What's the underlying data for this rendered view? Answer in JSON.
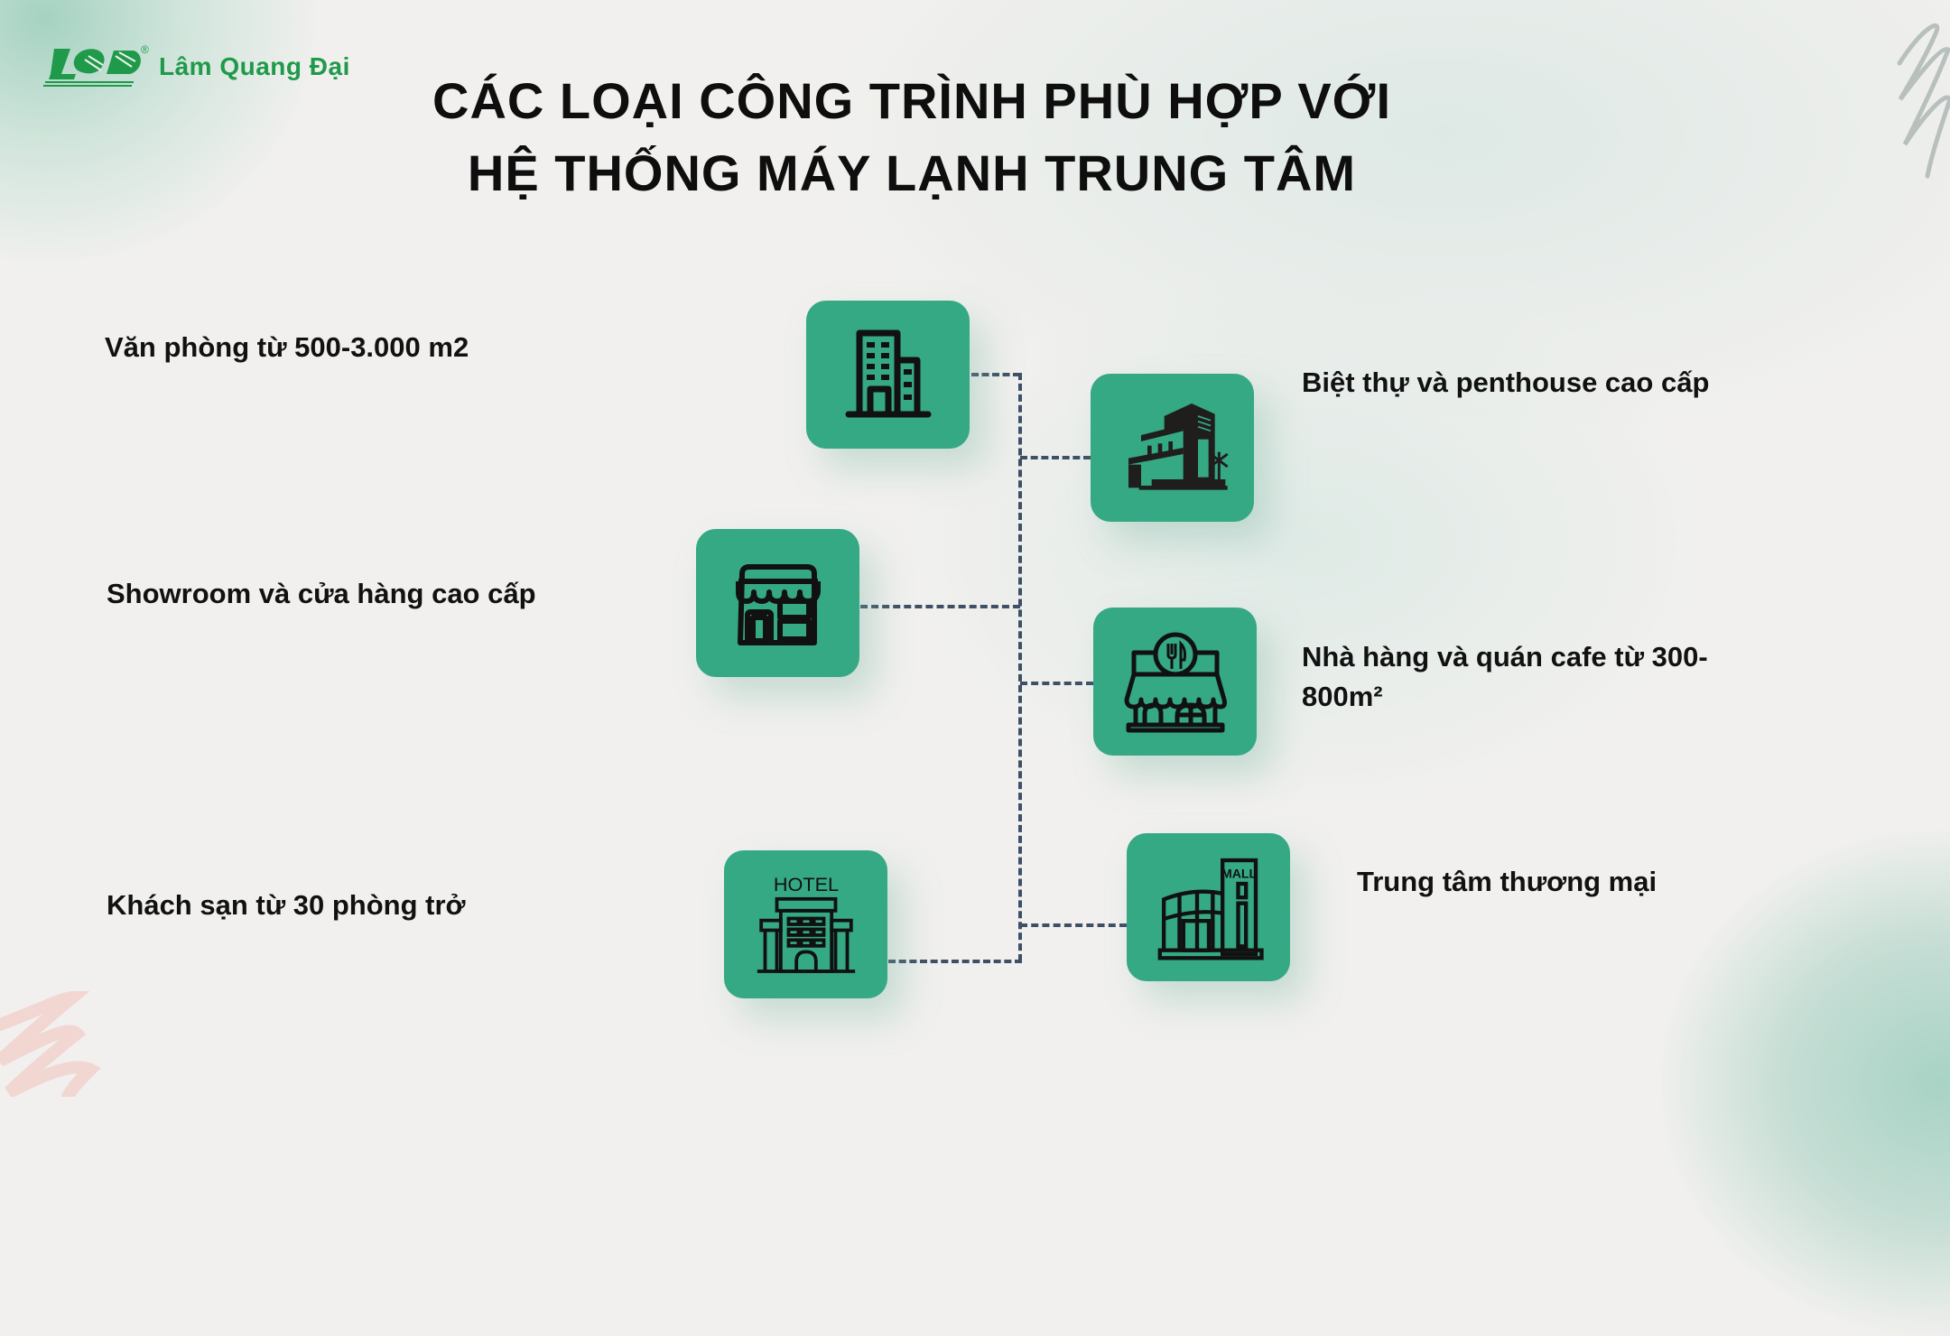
{
  "brand": {
    "logo_mark": "LQD",
    "registered": "®",
    "name": "Lâm Quang Đại",
    "color": "#1f9a4b"
  },
  "title": {
    "line1": "CÁC LOẠI CÔNG TRÌNH PHÙ HỢP VỚI",
    "line2": "HỆ THỐNG MÁY LẠNH TRUNG TÂM"
  },
  "colors": {
    "tile": "#35a884",
    "connector": "#3e5065",
    "icon": "#111111",
    "background": "#f1f0ee"
  },
  "items": [
    {
      "label": "Văn phòng từ 500-3.000 m2",
      "icon": "office-building-icon",
      "side": "left"
    },
    {
      "label": "Biệt thự và penthouse cao cấp",
      "icon": "villa-icon",
      "side": "right"
    },
    {
      "label": "Showroom và cửa hàng cao cấp",
      "icon": "storefront-icon",
      "side": "left"
    },
    {
      "label": "Nhà hàng và quán cafe từ 300-",
      "label_line2": "800m²",
      "icon": "restaurant-icon",
      "side": "right"
    },
    {
      "label": "Khách sạn từ 30 phòng trở",
      "icon": "hotel-icon",
      "icon_text": "HOTEL",
      "side": "left"
    },
    {
      "label": "Trung tâm thương mại",
      "icon": "mall-icon",
      "icon_text": "MALL",
      "side": "right"
    }
  ]
}
